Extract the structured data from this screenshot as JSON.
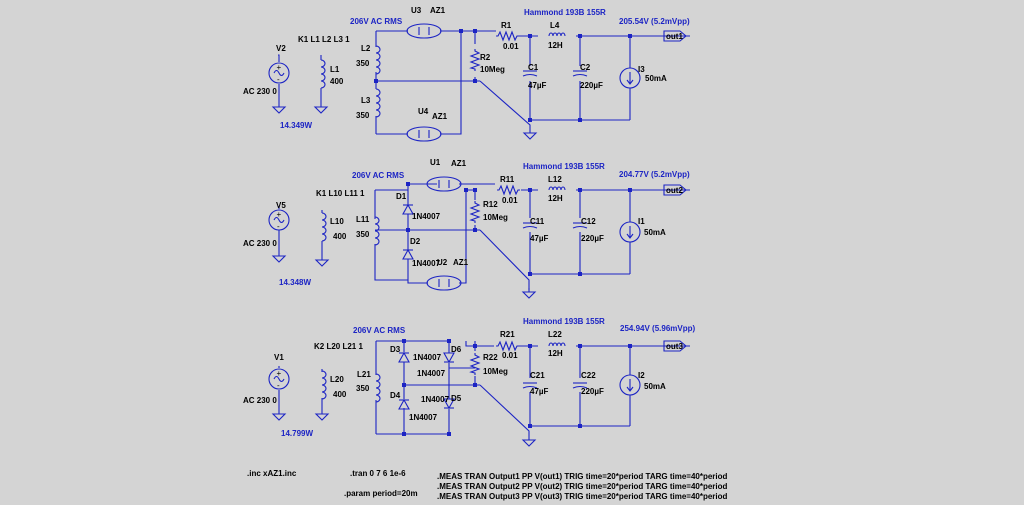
{
  "colors": {
    "background": "#d4d4d4",
    "wire": "#1c24c4",
    "text": "#000000",
    "annotation": "#1c24c4"
  },
  "circuits": [
    {
      "secondary_voltage": "206V AC RMS",
      "coupling": "K1 L1 L2 L3 1",
      "source": {
        "name": "V2",
        "value": "AC 230 0"
      },
      "primary": {
        "name": "L1",
        "value": "400"
      },
      "secondaries": [
        {
          "name": "L2",
          "value": "350"
        },
        {
          "name": "L3",
          "value": "350"
        }
      ],
      "rectifiers": [
        {
          "name": "U3",
          "model": "AZ1"
        },
        {
          "name": "U4",
          "model": "AZ1"
        }
      ],
      "diodes": [],
      "bleeder": {
        "name": "R2",
        "value": "10Meg"
      },
      "series_r": {
        "name": "R1",
        "value": "0.01"
      },
      "choke": {
        "name": "L4",
        "value": "12H"
      },
      "choke_label": "Hammond 193B 155R",
      "c1": {
        "name": "C1",
        "value": "47µF"
      },
      "c2": {
        "name": "C2",
        "value": "220µF"
      },
      "load": {
        "name": "I3",
        "value": "50mA"
      },
      "output_reading": "205.54V (5.2mVpp)",
      "net": "out1",
      "power": "14.349W"
    },
    {
      "secondary_voltage": "206V AC RMS",
      "coupling": "K1 L10 L11 1",
      "source": {
        "name": "V5",
        "value": "AC 230 0"
      },
      "primary": {
        "name": "L10",
        "value": "400"
      },
      "secondaries": [
        {
          "name": "L11",
          "value": "350"
        }
      ],
      "rectifiers": [
        {
          "name": "U1",
          "model": "AZ1"
        },
        {
          "name": "U2",
          "model": "AZ1"
        }
      ],
      "diodes": [
        {
          "name": "D1",
          "model": "1N4007"
        },
        {
          "name": "D2",
          "model": "1N4007"
        }
      ],
      "bleeder": {
        "name": "R12",
        "value": "10Meg"
      },
      "series_r": {
        "name": "R11",
        "value": "0.01"
      },
      "choke": {
        "name": "L12",
        "value": "12H"
      },
      "choke_label": "Hammond 193B 155R",
      "c1": {
        "name": "C11",
        "value": "47µF"
      },
      "c2": {
        "name": "C12",
        "value": "220µF"
      },
      "load": {
        "name": "I1",
        "value": "50mA"
      },
      "output_reading": "204.77V (5.2mVpp)",
      "net": "out2",
      "power": "14.348W"
    },
    {
      "secondary_voltage": "206V AC RMS",
      "coupling": "K2 L20 L21 1",
      "source": {
        "name": "V1",
        "value": "AC 230 0"
      },
      "primary": {
        "name": "L20",
        "value": "400"
      },
      "secondaries": [
        {
          "name": "L21",
          "value": "350"
        }
      ],
      "rectifiers": [],
      "diodes": [
        {
          "name": "D3",
          "model": "1N4007"
        },
        {
          "name": "D6",
          "model": "1N4007"
        },
        {
          "name": "D4",
          "model": "1N4007"
        },
        {
          "name": "D5",
          "model": "1N4007"
        }
      ],
      "bleeder": {
        "name": "R22",
        "value": "10Meg"
      },
      "series_r": {
        "name": "R21",
        "value": "0.01"
      },
      "choke": {
        "name": "L22",
        "value": "12H"
      },
      "choke_label": "Hammond 193B 155R",
      "c1": {
        "name": "C21",
        "value": "47µF"
      },
      "c2": {
        "name": "C22",
        "value": "220µF"
      },
      "load": {
        "name": "I2",
        "value": "50mA"
      },
      "output_reading": "254.94V (5.96mVpp)",
      "net": "out3",
      "power": "14.799W"
    }
  ],
  "directives": {
    "include": ".inc xAZ1.inc",
    "tran": ".tran 0 7 6 1e-6",
    "param": ".param period=20m",
    "meas": [
      ".MEAS TRAN Output1 PP V(out1) TRIG time=20*period TARG time=40*period",
      ".MEAS TRAN Output2 PP V(out2) TRIG time=20*period TARG time=40*period",
      ".MEAS TRAN Output3 PP V(out3) TRIG time=20*period TARG time=40*period"
    ]
  }
}
